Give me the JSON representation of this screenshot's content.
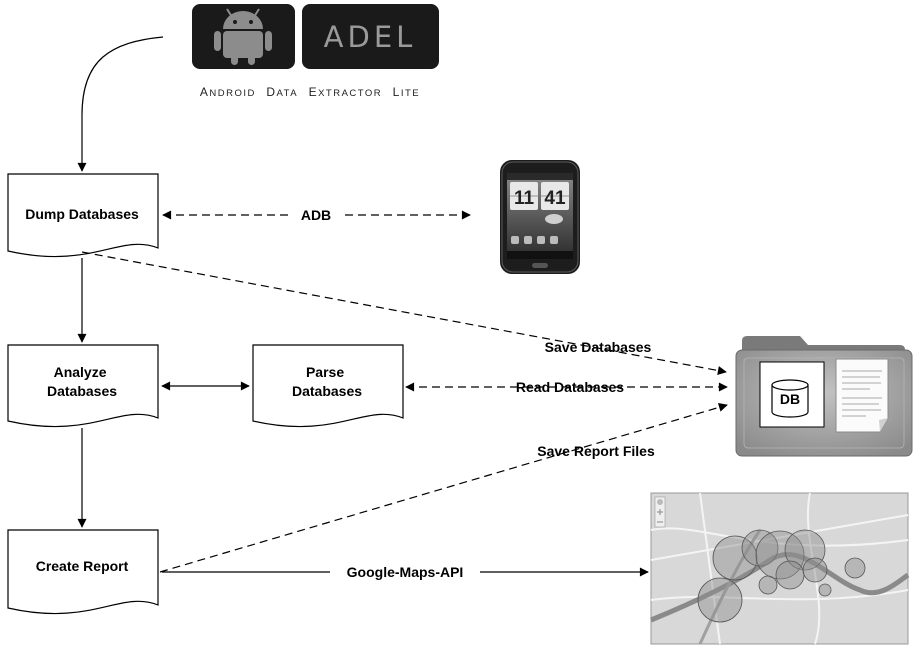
{
  "logo": {
    "wordmark": "ADEL",
    "caption": [
      "Android",
      "Data",
      "Extractor",
      "Lite"
    ]
  },
  "nodes": {
    "dump": [
      "Dump Databases"
    ],
    "analyze": [
      "Analyze",
      "Databases"
    ],
    "parse": [
      "Parse",
      "Databases"
    ],
    "report": [
      "Create Report"
    ],
    "db": "DB"
  },
  "edges": {
    "adb": "ADB",
    "save_db": "Save Databases",
    "read_db": "Read Databases",
    "save_report": "Save Report Files",
    "maps": "Google-Maps-API"
  },
  "phone": {
    "clock_hour": "11",
    "clock_min": "41"
  }
}
